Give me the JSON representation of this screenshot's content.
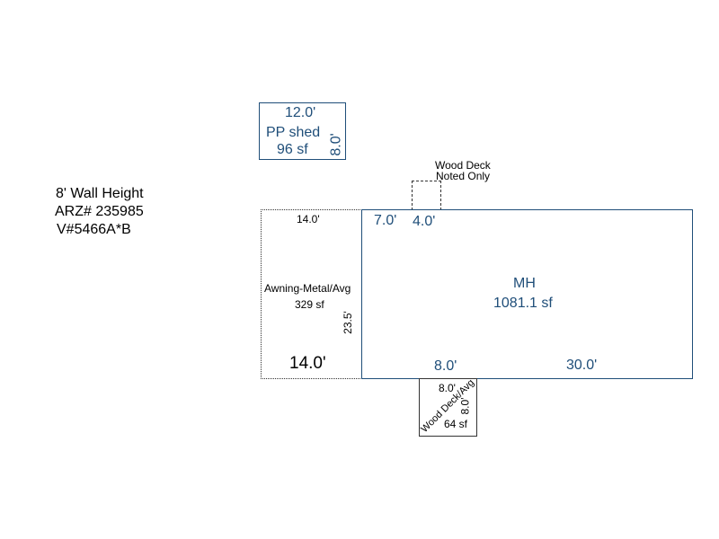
{
  "info": {
    "wall_height": "8' Wall Height",
    "arz": "ARZ# 235985",
    "v_number": "V#5466A*B"
  },
  "shed": {
    "dim_top": "12.0'",
    "label": "PP shed",
    "area": "96 sf",
    "dim_side": "8.0'"
  },
  "wood_deck_noted": {
    "line1": "Wood Deck",
    "line2": "Noted Only"
  },
  "awning": {
    "dim_top": "14.0'",
    "label": "Awning-Metal/Avg",
    "area": "329 sf",
    "dim_side": "23.5'",
    "dim_bottom": "14.0'"
  },
  "mh": {
    "dim_top_left": "7.0'",
    "dim_top_deck": "4.0'",
    "label": "MH",
    "area": "1081.1 sf",
    "dim_bottom_deck": "8.0'",
    "dim_bottom": "30.0'"
  },
  "wood_deck_avg": {
    "dim_top": "8.0'",
    "dim_side": "8.0'",
    "label": "Wood Deck/Avg",
    "area": "64 sf"
  },
  "colors": {
    "structure_line": "#1f4e79",
    "text_blue": "#1f4e79",
    "deck_line": "#333333"
  }
}
